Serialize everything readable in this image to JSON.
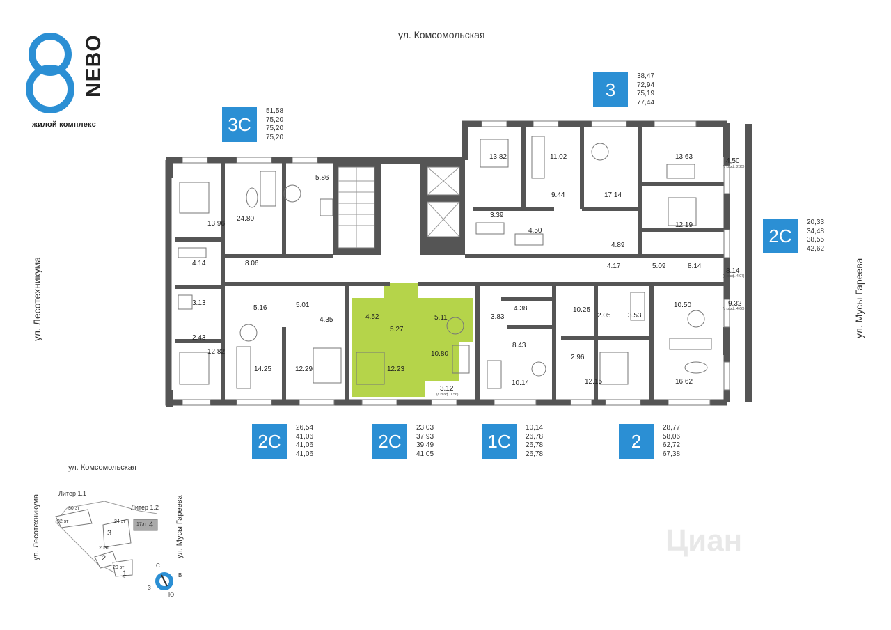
{
  "logo": {
    "numeral": "8",
    "word": "NEBO",
    "subtitle": "жилой комплекс",
    "color": "#2b8fd4"
  },
  "streets": {
    "top": "ул. Комсомольская",
    "left": "ул. Лесотехникума",
    "right": "ул. Мусы Гареева"
  },
  "apartments": [
    {
      "label": "3C",
      "areas": [
        "51,58",
        "75,20",
        "75,20",
        "75,20"
      ]
    },
    {
      "label": "3",
      "areas": [
        "38,47",
        "72,94",
        "75,19",
        "77,44"
      ]
    },
    {
      "label": "2C",
      "areas": [
        "20,33",
        "34,48",
        "38,55",
        "42,62"
      ]
    },
    {
      "label": "2C",
      "areas": [
        "26,54",
        "41,06",
        "41,06",
        "41,06"
      ]
    },
    {
      "label": "2C",
      "areas": [
        "23,03",
        "37,93",
        "39,49",
        "41,05"
      ]
    },
    {
      "label": "1C",
      "areas": [
        "10,14",
        "26,78",
        "26,78",
        "26,78"
      ]
    },
    {
      "label": "2",
      "areas": [
        "28,77",
        "58,06",
        "62,72",
        "67,38"
      ]
    }
  ],
  "rooms": {
    "r1": "13.96",
    "r2": "24.80",
    "r3": "5.86",
    "r4": "4.14",
    "r5": "8.06",
    "r6": "3.13",
    "r7": "2.43",
    "r8": "12.82",
    "r9": "5.16",
    "r10": "14.25",
    "r11": "5.01",
    "r12": "4.35",
    "r13": "12.29",
    "r14": "4.52",
    "r15": "5.27",
    "r16": "5.11",
    "r17": "12.23",
    "r18": "10.80",
    "r19": "3.12",
    "r20": "3.83",
    "r21": "4.38",
    "r22": "8.43",
    "r23": "10.14",
    "r24": "13.82",
    "r25": "11.02",
    "r26": "9.44",
    "r27": "3.39",
    "r28": "4.50",
    "r29": "17.14",
    "r30": "13.63",
    "r31": "4,50",
    "r32": "12.19",
    "r33": "4.89",
    "r34": "4.17",
    "r35": "5.09",
    "r36": "8.14",
    "r37": "8.14",
    "r38": "10.25",
    "r39": "2.05",
    "r40": "3.53",
    "r41": "10.50",
    "r42": "9.32",
    "r43": "2.96",
    "r44": "12.15",
    "r45": "16.62"
  },
  "coef_notes": {
    "c1": "(с коэф. 1.56)",
    "c2": "(с коэф. 2.25)",
    "c3": "(с коэф. 4.07)",
    "c4": "(с коэф. 4.66)"
  },
  "highlight_color": "#b5d44a",
  "site_plan": {
    "street_top": "ул. Комсомольская",
    "street_left": "ул. Лесотехникума",
    "street_right": "ул. Мусы Гареева",
    "liter1": "Литер 1.1",
    "liter2": "Литер 1.2",
    "floors": [
      "30 эт",
      "32 эт",
      "24 эт",
      "17эт",
      "20эт",
      "20 эт"
    ],
    "sections": [
      "1",
      "2",
      "3",
      "4"
    ],
    "compass": {
      "n": "С",
      "e": "В",
      "s": "Ю",
      "w": "З"
    }
  },
  "watermark": "Циан"
}
